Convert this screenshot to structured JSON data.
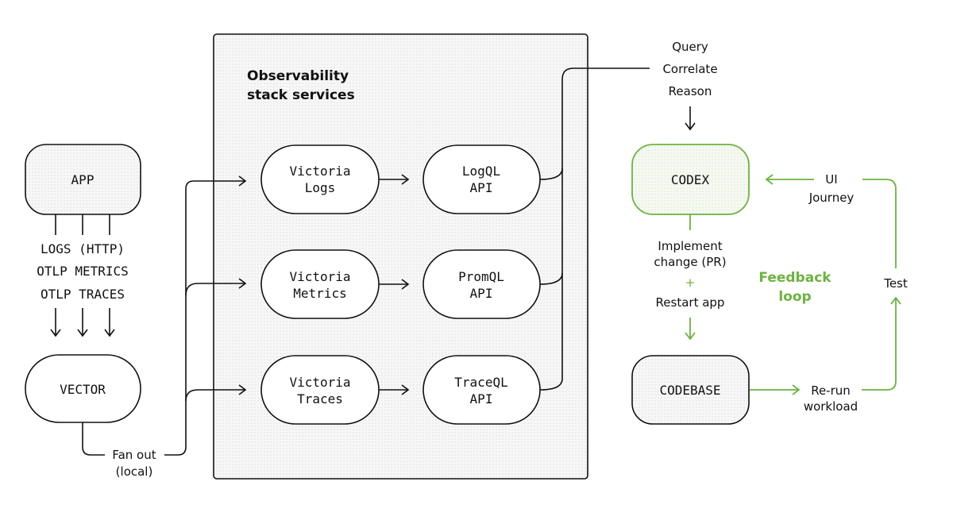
{
  "panel": {
    "title_line1": "Observability",
    "title_line2": "stack services"
  },
  "nodes": {
    "app": "APP",
    "vector": "VECTOR",
    "victoria_logs": [
      "Victoria",
      "Logs"
    ],
    "victoria_metrics": [
      "Victoria",
      "Metrics"
    ],
    "victoria_traces": [
      "Victoria",
      "Traces"
    ],
    "logql_api": [
      "LogQL",
      "API"
    ],
    "promql_api": [
      "PromQL",
      "API"
    ],
    "traceql_api": [
      "TraceQL",
      "API"
    ],
    "codex": "CODEX",
    "codebase": "CODEBASE"
  },
  "app_outputs": [
    "LOGS (HTTP)",
    "OTLP METRICS",
    "OTLP TRACES"
  ],
  "fan_out": [
    "Fan out",
    "(local)"
  ],
  "agent_actions": [
    "Query",
    "Correlate",
    "Reason"
  ],
  "implement": {
    "line1": "Implement",
    "line2": "change (PR)",
    "plus": "+",
    "line3": "Restart app"
  },
  "ui_journey": [
    "UI",
    "Journey"
  ],
  "test": "Test",
  "rerun": [
    "Re-run",
    "workload"
  ],
  "feedback": [
    "Feedback",
    "loop"
  ],
  "colors": {
    "accent_green": "#6cb33f",
    "ink": "#111111",
    "dot_fill": "#f4f4f4"
  }
}
